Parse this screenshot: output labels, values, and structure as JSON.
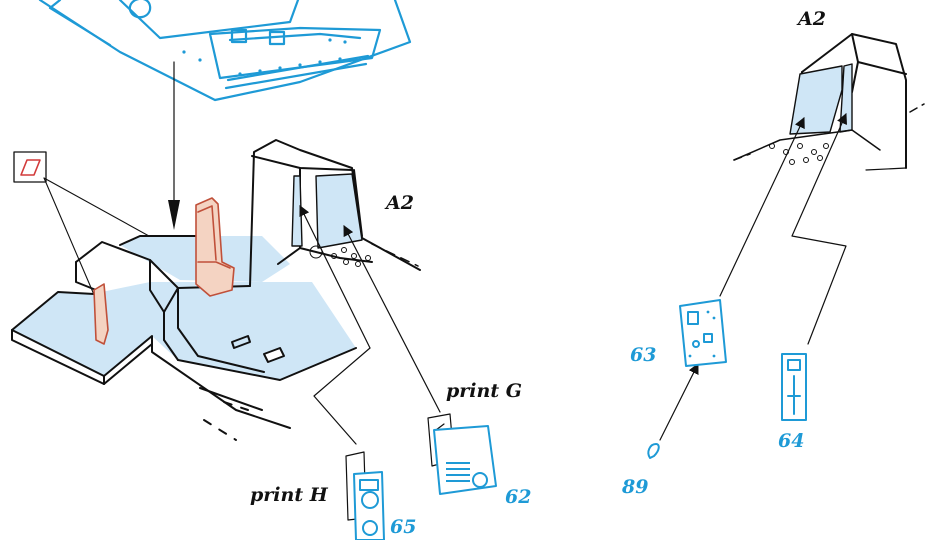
{
  "labels": {
    "a2_left": "A2",
    "a2_right": "A2",
    "print_g": "print G",
    "print_h": "print H",
    "part_62": "62",
    "part_63": "63",
    "part_64": "64",
    "part_65": "65",
    "part_89": "89"
  },
  "colors": {
    "outline": "#111111",
    "part_highlight": "#1e9ad6",
    "fill_blue": "#cfe6f6",
    "fill_flesh": "#f4d3c2",
    "flesh_stroke": "#c0503a",
    "warning_red": "#d23a3a"
  },
  "icons": {
    "instruction_marker": "red-decal-square-icon"
  }
}
